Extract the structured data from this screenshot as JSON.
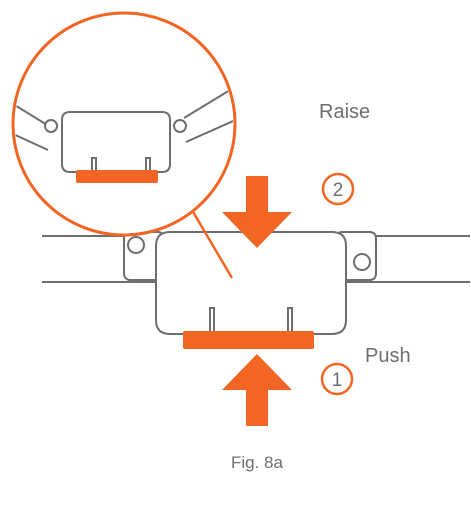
{
  "labels": {
    "raise": "Raise",
    "push": "Push",
    "step_one": "1",
    "step_two": "2",
    "caption": "Fig. 8a"
  },
  "colors": {
    "accent": "#f26522",
    "line": "#6d6e71",
    "text": "#6d6e71"
  }
}
